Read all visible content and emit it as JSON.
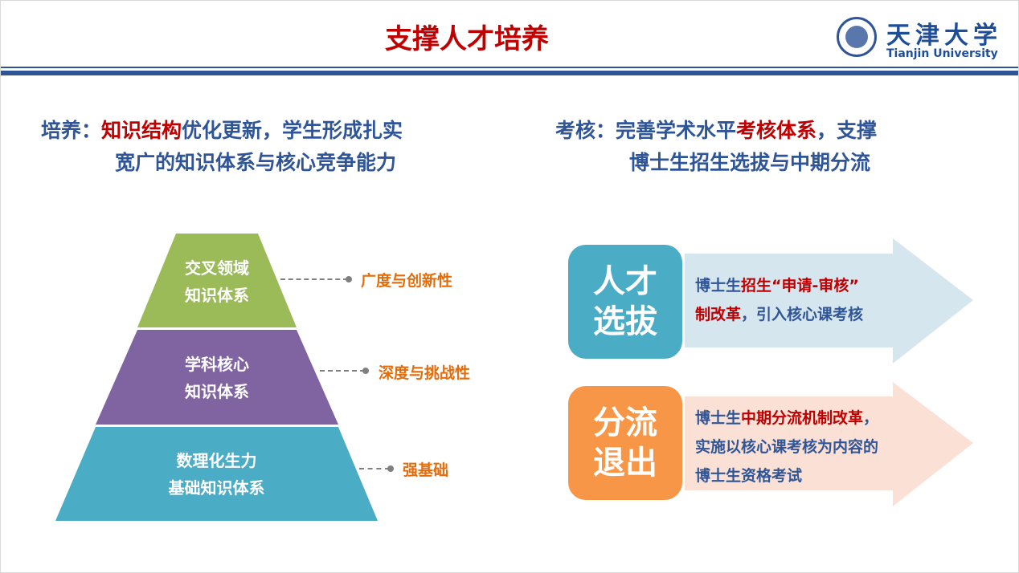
{
  "header": {
    "title": "支撑人才培养",
    "logo_cn": "天津大学",
    "logo_en": "Tianjin University"
  },
  "left_heading": {
    "prefix": "培养：",
    "highlight": "知识结构",
    "rest1": "优化更新，学生形成扎实",
    "line2": "宽广的知识体系与核心竞争能力"
  },
  "right_heading": {
    "prefix": "考核：完善学术水平",
    "highlight": "考核体系",
    "rest1": "，支撑",
    "line2": "博士生招生选拔与中期分流"
  },
  "pyramid": [
    {
      "line1": "交叉领域",
      "line2": "知识体系",
      "tag": "广度与创新性",
      "color": "#9BBB59"
    },
    {
      "line1": "学科核心",
      "line2": "知识体系",
      "tag": "深度与挑战性",
      "color": "#8064A2"
    },
    {
      "line1": "数理化生力",
      "line2": "基础知识体系",
      "tag": "强基础",
      "color": "#4BACC6"
    }
  ],
  "arrows": [
    {
      "box_line1": "人才",
      "box_line2": "选拔",
      "box_color": "#4BACC6",
      "arrow_color": "#D6E6EE",
      "t1": "博士生",
      "t2": "招生“申请-审核”",
      "t3": "制改革",
      "t4": "，引入核心课考核"
    },
    {
      "box_line1": "分流",
      "box_line2": "退出",
      "box_color": "#F79646",
      "arrow_color": "#FBE0D5",
      "t1": "博士生",
      "t2": "中期分流机制改革",
      "t3": "，",
      "l2": "实施以核心课考核为内容的",
      "l3": "博士生资格考试"
    }
  ]
}
